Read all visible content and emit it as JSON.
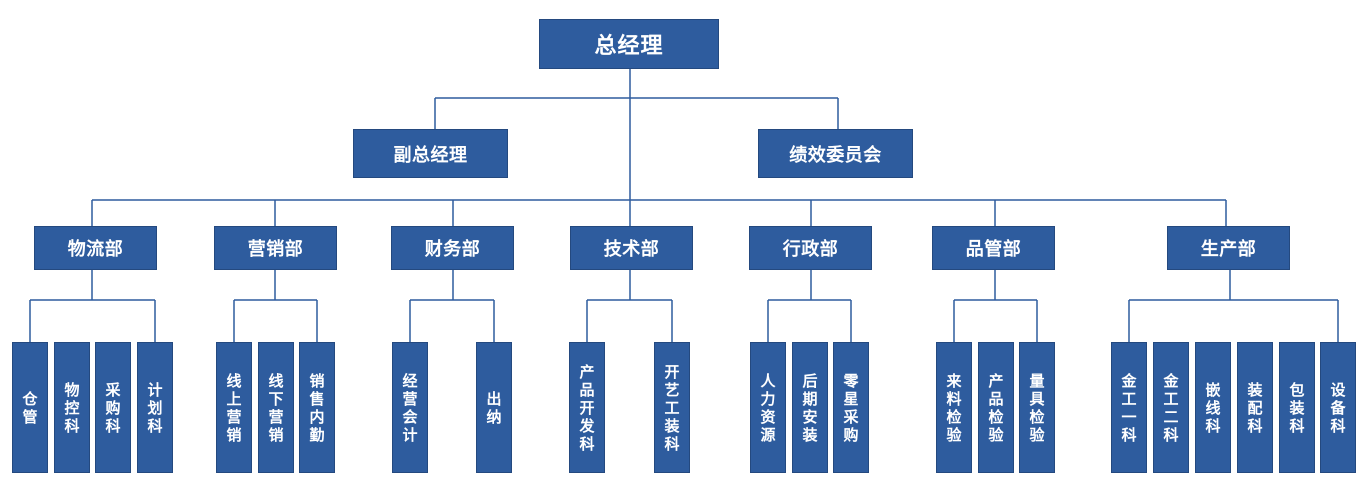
{
  "colors": {
    "box": "#2e5c9e",
    "line": "#2e5c9e",
    "text": "#ffffff"
  },
  "root": "总经理",
  "level2": [
    "副总经理",
    "绩效委员会"
  ],
  "departments": [
    {
      "name": "物流部",
      "children": [
        "仓管",
        "物控科",
        "采购科",
        "计划科"
      ]
    },
    {
      "name": "营销部",
      "children": [
        "线上营销",
        "线下营销",
        "销售内勤"
      ]
    },
    {
      "name": "财务部",
      "children": [
        "经营会计",
        "出纳"
      ]
    },
    {
      "name": "技术部",
      "children": [
        "产品开发科",
        "开艺工装科"
      ]
    },
    {
      "name": "行政部",
      "children": [
        "人力资源",
        "后期安装",
        "零星采购"
      ]
    },
    {
      "name": "品管部",
      "children": [
        "来料检验",
        "产品检验",
        "量具检验"
      ]
    },
    {
      "name": "生产部",
      "children": [
        "金工一科",
        "金工二科",
        "嵌线科",
        "装配科",
        "包装科",
        "设备科"
      ]
    }
  ]
}
